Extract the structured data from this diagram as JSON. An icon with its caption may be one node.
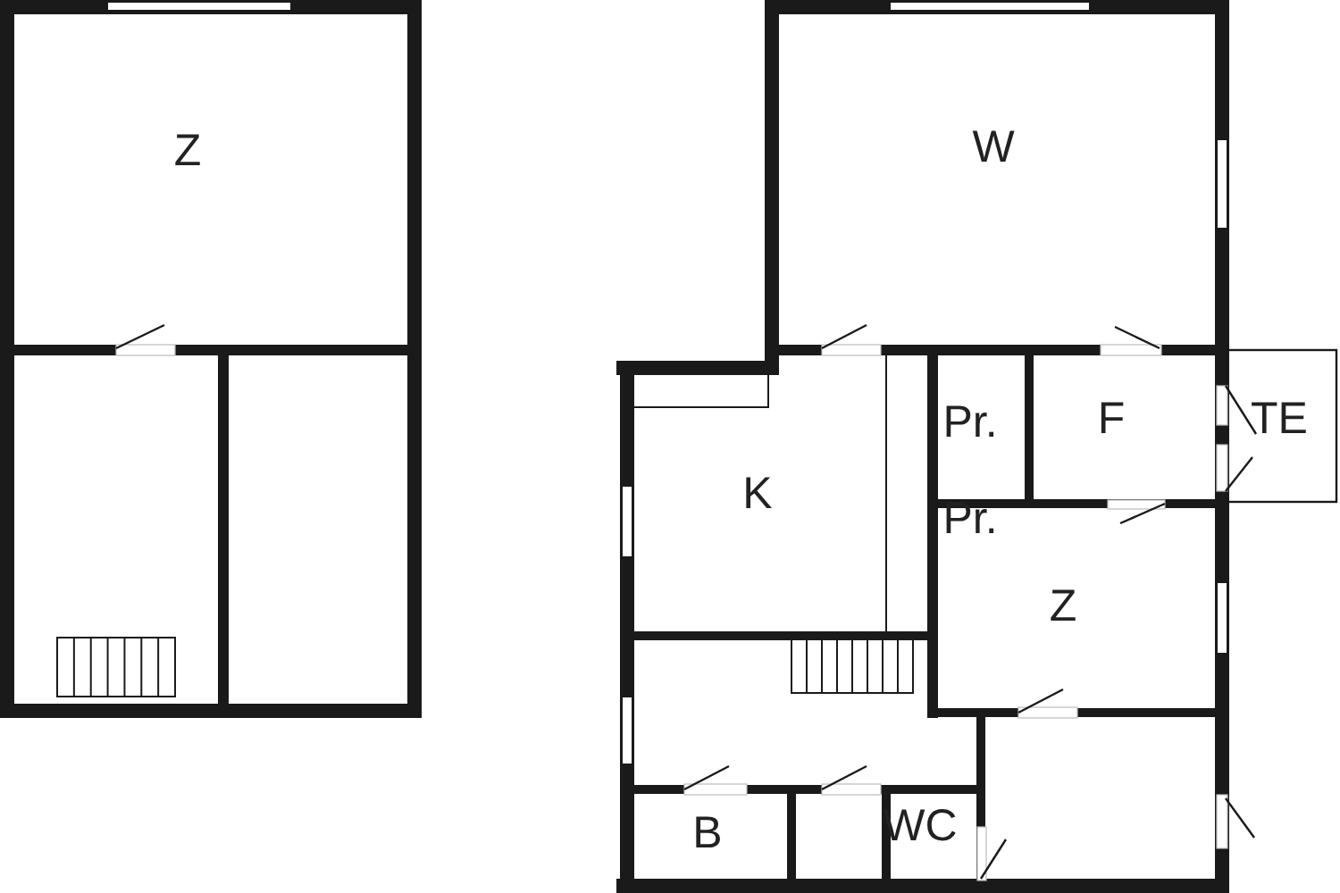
{
  "diagram": {
    "labels": [
      "Z",
      "W",
      "Pr.",
      "F",
      "TE",
      "K",
      "Pr.",
      "Z",
      "B",
      "WC"
    ]
  }
}
